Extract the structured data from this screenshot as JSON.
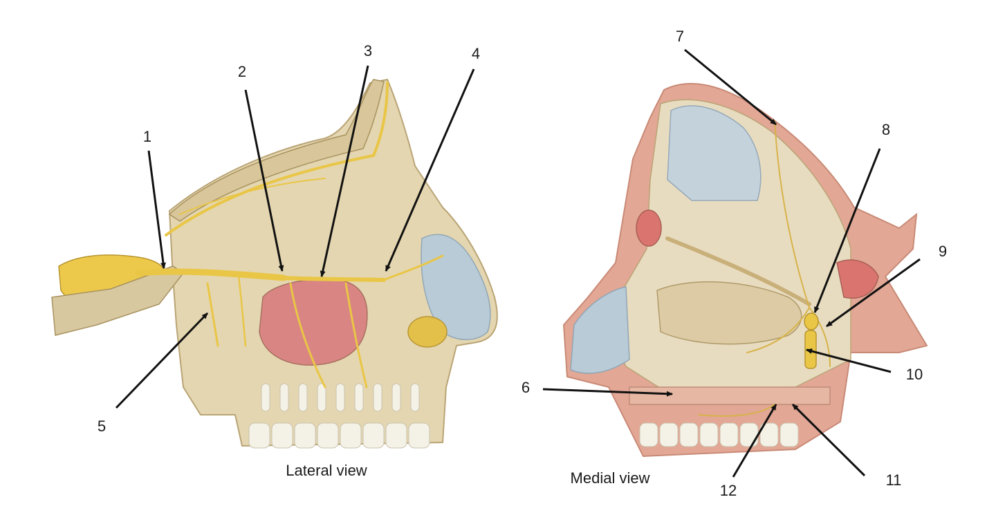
{
  "labels": [
    {
      "id": "1",
      "text": "1"
    },
    {
      "id": "2",
      "text": "2"
    },
    {
      "id": "3",
      "text": "3"
    },
    {
      "id": "4",
      "text": "4"
    },
    {
      "id": "5",
      "text": "5"
    },
    {
      "id": "6",
      "text": "6"
    },
    {
      "id": "7",
      "text": "7"
    },
    {
      "id": "8",
      "text": "8"
    },
    {
      "id": "9",
      "text": "9"
    },
    {
      "id": "10",
      "text": "10"
    },
    {
      "id": "11",
      "text": "11"
    },
    {
      "id": "12",
      "text": "12"
    }
  ],
  "captions": {
    "lateral": "Lateral view",
    "medial": "Medial view"
  },
  "colors": {
    "nerve": "#e9c646",
    "bone": "#e4d6b0",
    "bone_shadow": "#cdb98a",
    "sinus": "#d98584",
    "cartilage": "#b9cbd7",
    "marrow": "#d9756e",
    "leader": "#111111"
  }
}
